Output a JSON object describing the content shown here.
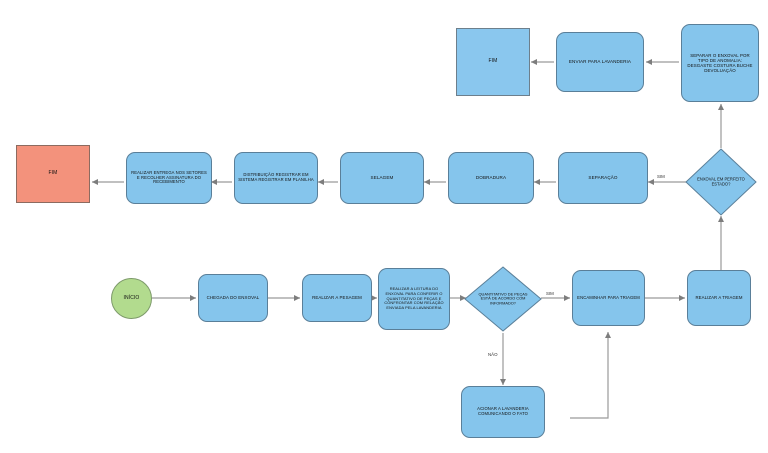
{
  "diagram": {
    "title": "Fluxograma de processamento de enxoval",
    "colors": {
      "process_fill": "#85c5ec",
      "process_stroke": "#5a7f99",
      "start_fill": "#b2db8e",
      "start_stroke": "#7d9a6a",
      "end_fill": "#f3927c",
      "end_stroke": "#8c6b60",
      "terminal_blue_fill": "#8ac7ee",
      "edge_stroke": "#9a9a9a",
      "background": "#ffffff"
    },
    "nodes": [
      {
        "id": "inicio",
        "type": "start",
        "label": "INÍCIO"
      },
      {
        "id": "chegada",
        "type": "process",
        "label": "CHEGADA DO ENXOVAL"
      },
      {
        "id": "pesagem",
        "type": "process",
        "label": "REALIZAR A PESAGEM"
      },
      {
        "id": "leitura",
        "type": "process",
        "label": "REALIZAR A LEITURA DO ENXOVAL PARA CONFERIR O QUANTITATIVO DE PEÇAS E CONFRONTAR COM RELAÇÃO ENVIADA PELA LAVANDERIA"
      },
      {
        "id": "decisao_qtd",
        "type": "decision",
        "label": "QUANTITATIVO DE PEÇAS ESTÁ DE ACORDO COM INFORMADO?"
      },
      {
        "id": "encaminhar",
        "type": "process",
        "label": "ENCAMINHAR PARA TRIAGEM"
      },
      {
        "id": "triagem",
        "type": "process",
        "label": "REALIZAR A TRIAGEM"
      },
      {
        "id": "acionar",
        "type": "process",
        "label": "ACIONAR A LAVANDERIA COMUNICANDO O FATO"
      },
      {
        "id": "decisao_est",
        "type": "decision",
        "label": "ENXOVAL EM PERFEITO ESTADO?"
      },
      {
        "id": "separar_tipo",
        "type": "process",
        "label": "SEPARAR O ENXOVAL POR TIPO DE ANOMALIA: DESGASTE COSTURA BUCHE DEVOLUAÇÃO"
      },
      {
        "id": "enviar_lav",
        "type": "process",
        "label": "ENVIAR PARA LAVANDERIA"
      },
      {
        "id": "fim_azul",
        "type": "terminal_blue",
        "label": "FIM"
      },
      {
        "id": "separacao",
        "type": "process",
        "label": "SEPARAÇÃO"
      },
      {
        "id": "dobradura",
        "type": "process",
        "label": "DOBRADURA"
      },
      {
        "id": "selagem",
        "type": "process",
        "label": "SELAGEM"
      },
      {
        "id": "distribuicao",
        "type": "process",
        "label": "DISTRIBUIÇÃO REGISTRAR EM SISTEMA REGISTRAR EM PLANILHA"
      },
      {
        "id": "entrega",
        "type": "process",
        "label": "REALIZAR ENTREGA NOS SETORES E RECOLHER ASSINATURA DO RECEBIMENTO"
      },
      {
        "id": "fim_vermelho",
        "type": "end",
        "label": "FIM"
      }
    ],
    "edge_labels": {
      "sim": "SIM",
      "nao": "NÃO",
      "sim_estado": "SIM"
    }
  }
}
